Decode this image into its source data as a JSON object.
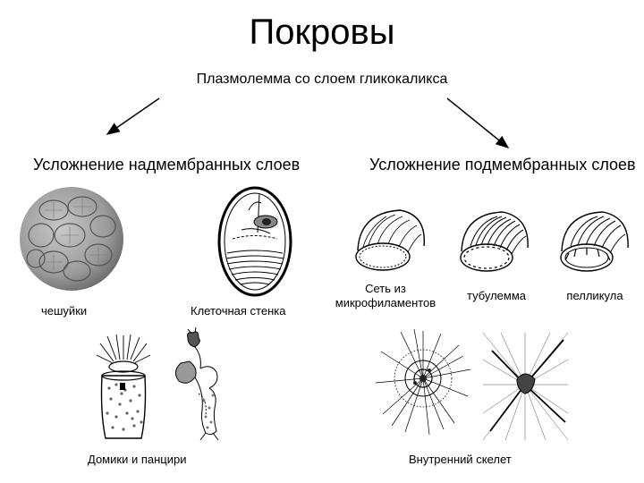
{
  "title": "Покровы",
  "subtitle": "Плазмолемма со слоем гликокаликса",
  "left_branch": {
    "heading": "Усложнение надмембранных слоев",
    "captions": {
      "scales": "чешуйки",
      "cell_wall": "Клеточная стенка",
      "houses": "Домики и панцири"
    }
  },
  "right_branch": {
    "heading": "Усложнение подмембранных слоев",
    "captions": {
      "microfilaments_line1": "Сеть из",
      "microfilaments_line2": "микрофиламентов",
      "tubulemma": "тубулемма",
      "pellicle": "пелликула",
      "skeleton": "Внутренний скелет"
    }
  }
}
